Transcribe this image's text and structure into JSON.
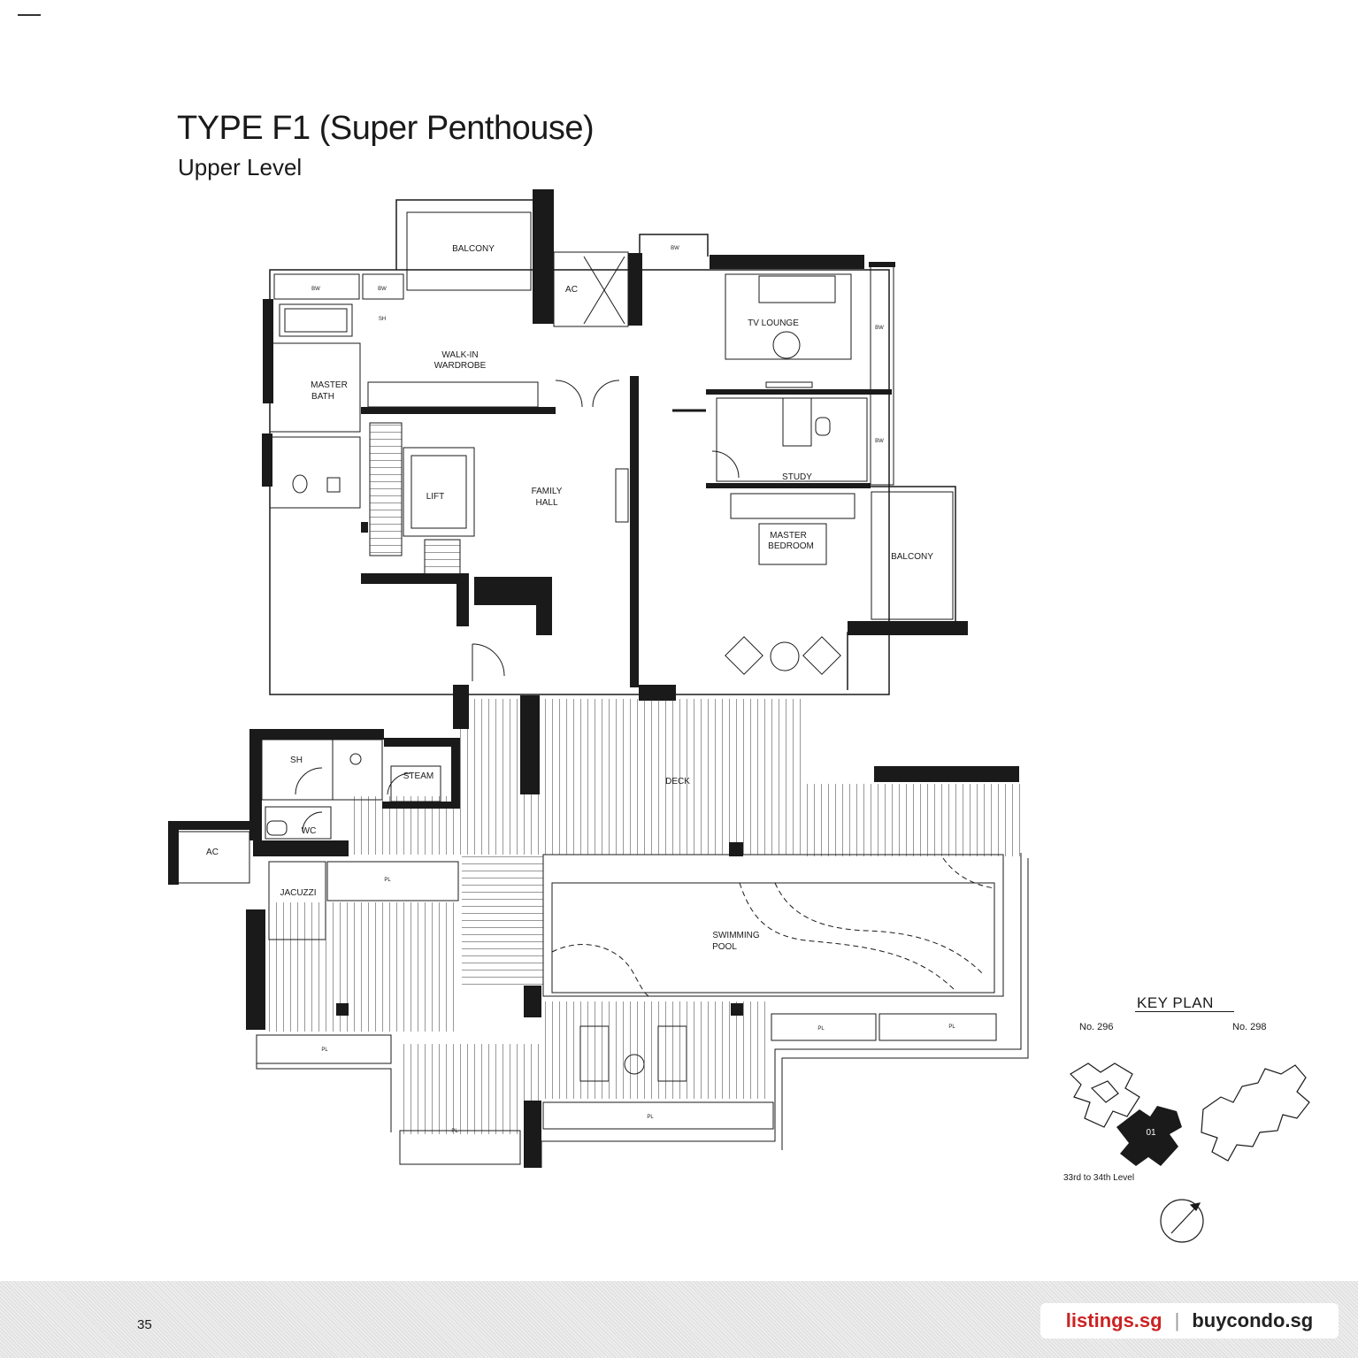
{
  "header": {
    "title": "TYPE F1 (Super Penthouse)",
    "subtitle": "Upper Level"
  },
  "rooms": {
    "balcony_top": "BALCONY",
    "bw1": "BW",
    "bw2": "BW",
    "bw3": "BW",
    "bw4": "BW",
    "bw5": "BW",
    "sh_top": "SH",
    "ac_top": "AC",
    "tv_lounge": "TV LOUNGE",
    "walkin_1": "WALK-IN",
    "walkin_2": "WARDROBE",
    "master_bath_1": "MASTER",
    "master_bath_2": "BATH",
    "study": "STUDY",
    "lift": "LIFT",
    "family_hall_1": "FAMILY",
    "family_hall_2": "HALL",
    "master_bedroom_1": "MASTER",
    "master_bedroom_2": "BEDROOM",
    "balcony_right": "BALCONY",
    "sh_bottom": "SH",
    "steam": "STEAM",
    "wc": "WC",
    "deck": "DECK",
    "ac_bottom": "AC",
    "jacuzzi": "JACUZZI",
    "pl1": "PL",
    "pl2": "PL",
    "pl3": "PL",
    "pl4": "PL",
    "pl5": "PL",
    "pl6": "PL",
    "swimming_pool_1": "SWIMMING",
    "swimming_pool_2": "POOL"
  },
  "key_plan": {
    "title": "KEY PLAN",
    "left_block": "No. 296",
    "right_block": "No. 298",
    "unit": "01",
    "levels": "33rd to 34th Level"
  },
  "footer": {
    "page_number": "35",
    "brand_1": "listings.sg",
    "separator": "|",
    "brand_2": "buycondo.sg"
  },
  "colors": {
    "wall": "#1a1a1a",
    "brand_red": "#cc2222"
  }
}
